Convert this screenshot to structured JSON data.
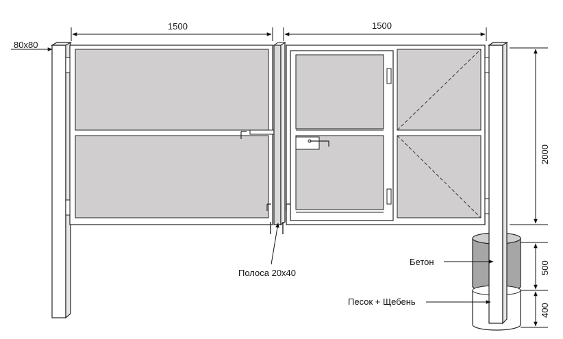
{
  "labels": {
    "post_size": "80x80",
    "width_left": "1500",
    "width_right": "1500",
    "height_gate": "2000",
    "depth_concrete": "500",
    "depth_sand": "400",
    "strip": "Полоса 20x40",
    "concrete": "Бетон",
    "sand_gravel": "Песок + Щебень"
  },
  "colors": {
    "panel": "#d0cece",
    "frame": "#ffffff",
    "stroke": "#222222",
    "concrete": "#a6a6a6",
    "concrete_top": "#cfcfcf"
  }
}
